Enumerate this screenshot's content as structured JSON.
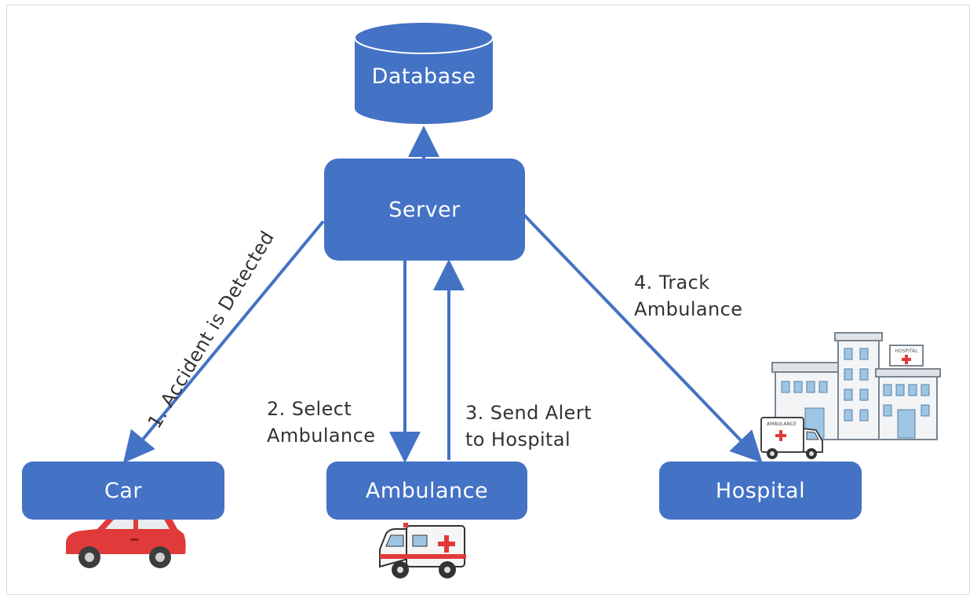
{
  "diagram": {
    "nodes": {
      "database": "Database",
      "server": "Server",
      "car": "Car",
      "ambulance": "Ambulance",
      "hospital": "Hospital"
    },
    "edges": {
      "accident": "1. Accident is Detected",
      "select_line1": "2. Select",
      "select_line2": "Ambulance",
      "alert_line1": "3. Send Alert",
      "alert_line2": "to Hospital",
      "track_line1": "4. Track",
      "track_line2": "Ambulance"
    },
    "icon_labels": {
      "hospital_sign": "HOSPITAL",
      "ambulance_van_text": "AMBULANCE"
    },
    "colors": {
      "node_fill": "#4472c4",
      "arrow": "#4472c4",
      "text_on_node": "#ffffff"
    },
    "icons": [
      "car-icon",
      "ambulance-icon",
      "hospital-building-icon",
      "ambulance-van-icon"
    ]
  }
}
